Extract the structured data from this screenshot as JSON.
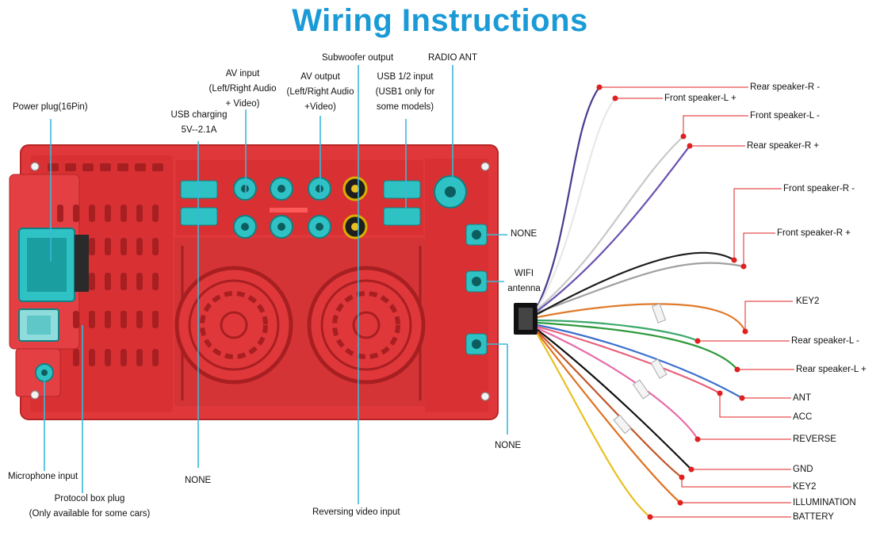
{
  "title": "Wiring Instructions",
  "colors": {
    "title": "#1a9ad6",
    "unit_body": "#e0383a",
    "unit_dark": "#c42a2c",
    "port_cyan": "#2fc2c4",
    "callout_line": "#3bb8d8",
    "wire_marker": "#e02020"
  },
  "port_labels": {
    "power_plug": "Power plug(16Pin)",
    "usb_charging_1": "USB charging",
    "usb_charging_2": "5V--2.1A",
    "av_input_1": "AV input",
    "av_input_2": "(Left/Right Audio",
    "av_input_3": "+ Video)",
    "av_output_1": "AV output",
    "av_output_2": "(Left/Right Audio",
    "av_output_3": "+Video)",
    "subwoofer": "Subwoofer output",
    "usb_input_1": "USB 1/2 input",
    "usb_input_2": "(USB1 only for",
    "usb_input_3": "some models)",
    "radio_ant": "RADIO ANT",
    "none_gps": "NONE",
    "wifi_1": "WIFI",
    "wifi_2": "antenna",
    "none_dab": "NONE",
    "microphone": "Microphone input",
    "protocol_1": "Protocol box plug",
    "protocol_2": "(Only available for some cars)",
    "none_bottom": "NONE",
    "reversing_video": "Reversing video input"
  },
  "wires": [
    {
      "label": "Rear speaker-R  -",
      "color": "#4b3a8f"
    },
    {
      "label": "Front speaker-L  +",
      "color": "#ffffff"
    },
    {
      "label": "Front speaker-L  -",
      "color": "#d8d8d8"
    },
    {
      "label": "Rear speaker-R  +",
      "color": "#6a52b0"
    },
    {
      "label": "Front speaker-R  -",
      "color": "#9a9a9a"
    },
    {
      "label": "Front speaker-R  +",
      "color": "#1c1c1c"
    },
    {
      "label": "KEY2",
      "color": "#e07a2a"
    },
    {
      "label": "Rear speaker-L  -",
      "color": "#3aa86a"
    },
    {
      "label": "Rear speaker-L  +",
      "color": "#2f9a3c"
    },
    {
      "label": "ANT",
      "color": "#3b6fd0"
    },
    {
      "label": "ACC",
      "color": "#e8607a"
    },
    {
      "label": "REVERSE",
      "color": "#e86aa8"
    },
    {
      "label": "GND",
      "color": "#101010"
    },
    {
      "label": "KEY2",
      "color": "#c0552a"
    },
    {
      "label": "ILLUMINATION",
      "color": "#e07020"
    },
    {
      "label": "BATTERY",
      "color": "#e8c020"
    }
  ]
}
